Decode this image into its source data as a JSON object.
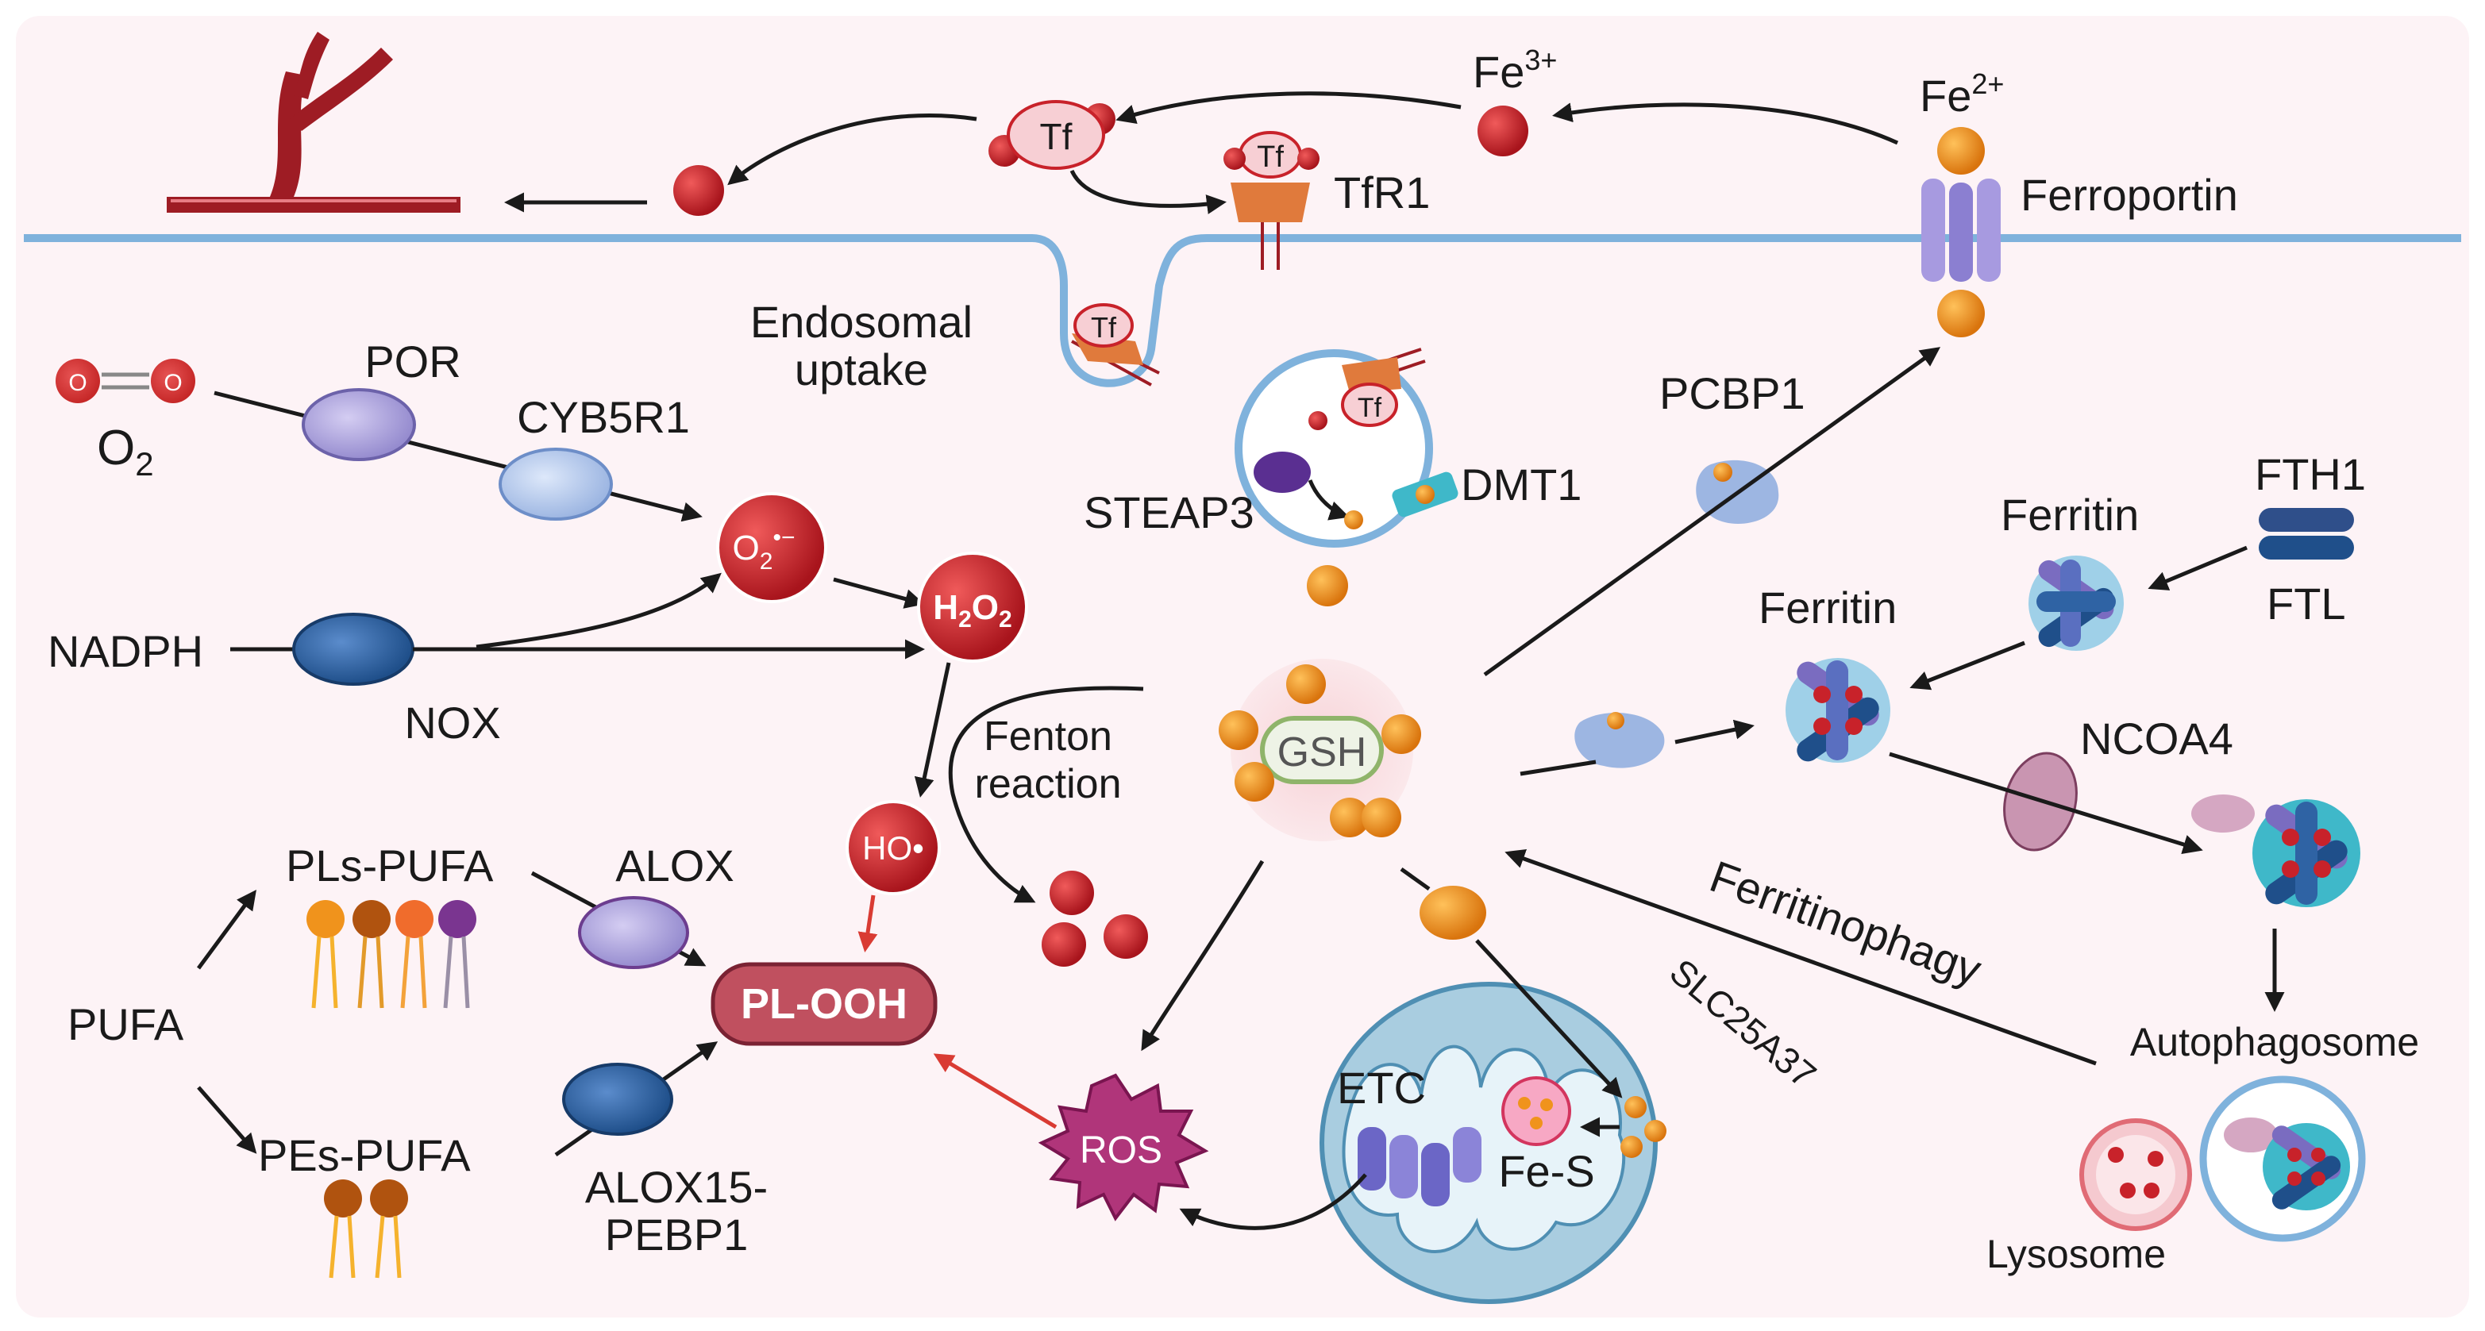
{
  "labels": {
    "fe3": "Fe",
    "fe3_sup": "3+",
    "fe2": "Fe",
    "fe2_sup": "2+",
    "ferroportin": "Ferroportin",
    "tfr1": "TfR1",
    "tf": "Tf",
    "endosomal_1": "Endosomal",
    "endosomal_2": "uptake",
    "steap3": "STEAP3",
    "dmt1": "DMT1",
    "pcbp1": "PCBP1",
    "fth1": "FTH1",
    "ftl": "FTL",
    "ferritin_top": "Ferritin",
    "ferritin_mid": "Ferritin",
    "ncoa4": "NCOA4",
    "ferritinophagy": "Ferritinophagy",
    "autophagosome": "Autophagosome",
    "lysosome": "Lysosome",
    "gsh": "GSH",
    "o2": "O",
    "o2_sub": "2",
    "por": "POR",
    "cyb5r1": "CYB5R1",
    "superoxide": "O",
    "superoxide_sub": "2",
    "superoxide_sup": "•−",
    "h2o2_a": "H",
    "h2o2_sub1": "2",
    "h2o2_b": "O",
    "h2o2_sub2": "2",
    "nadph": "NADPH",
    "nox": "NOX",
    "fenton_1": "Fenton",
    "fenton_2": "reaction",
    "ho_radical": "HO•",
    "pufa": "PUFA",
    "pls_pufa": "PLs-PUFA",
    "pes_pufa": "PEs-PUFA",
    "alox": "ALOX",
    "alox15_1": "ALOX15-",
    "alox15_2": "PEBP1",
    "pl_ooh": "PL-OOH",
    "ros": "ROS",
    "etc": "ETC",
    "fes": "Fe-S",
    "slc25a37": "SLC25A37"
  },
  "colors": {
    "background_cell": "#fdf3f6",
    "membrane": "#7fb2dc",
    "fe3_red": "#c8222a",
    "fe2_orange": "#f0931c",
    "enzyme_lilac": "#a39ad8",
    "enzyme_blue": "#2f63a4",
    "ros_magenta": "#b0357a",
    "pl_ooh": "#c0505f",
    "gsh_green": "#8fb46a",
    "mito_blue": "#a9cde0",
    "ferritin_navy": "#1f4f8a",
    "vessel_red": "#9e1c24"
  },
  "icons": [
    "blood-vessel-icon",
    "iron-ion-icon",
    "transferrin-icon",
    "tfr1-receptor-icon",
    "ferroportin-channel-icon",
    "ferritin-cage-icon",
    "mitochondrion-icon",
    "lysosome-icon",
    "phospholipid-icon",
    "enzyme-ellipse-icon"
  ]
}
